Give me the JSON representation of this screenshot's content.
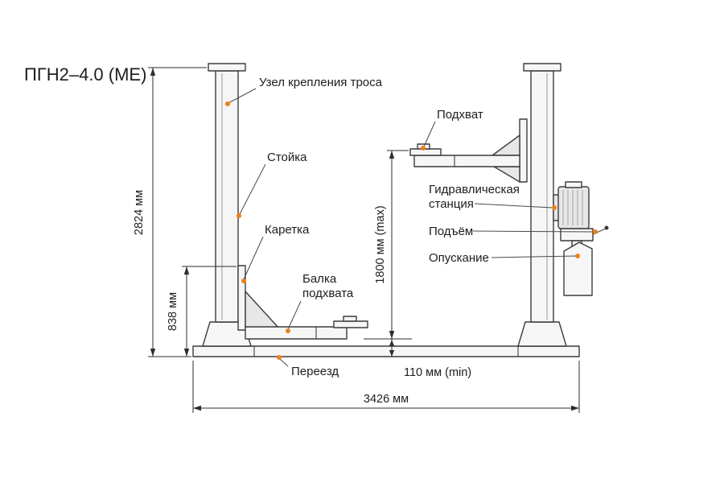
{
  "title": "ПГН2–4.0 (МЕ)",
  "labels": {
    "cable_unit": "Узел крепления троса",
    "post": "Стойка",
    "carriage": "Каретка",
    "beam_line1": "Балка",
    "beam_line2": "подхвата",
    "pickup": "Подхват",
    "hydraulic_line1": "Гидравлическая",
    "hydraulic_line2": "станция",
    "raise": "Подъём",
    "lower": "Опускание",
    "driveover": "Переезд"
  },
  "dimensions": {
    "total_height": "2824 мм",
    "carriage_height": "838 мм",
    "max_lift": "1800 мм (max)",
    "min_height": "110 мм (min)",
    "total_width": "3426 мм"
  },
  "colors": {
    "outline": "#3c3c3c",
    "fill": "#f6f6f6",
    "marker": "#ef8018",
    "text": "#1d1d1d"
  }
}
